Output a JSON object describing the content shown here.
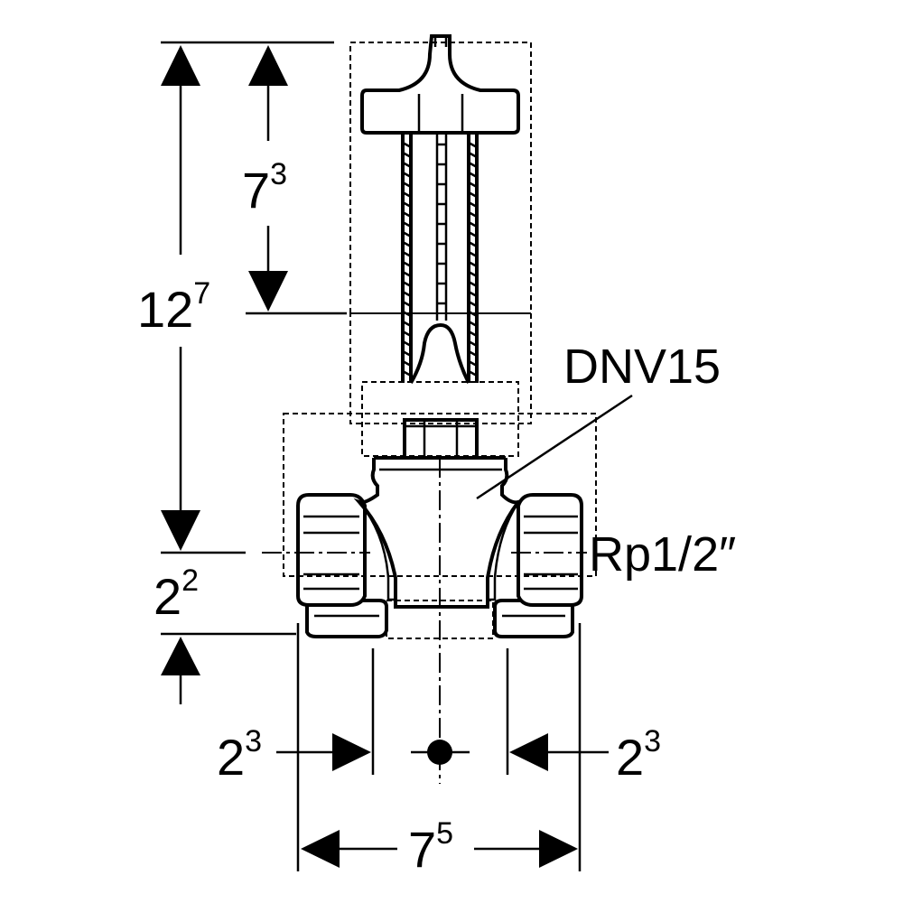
{
  "part_label": "DNV15",
  "thread_label": "Rp1/2″",
  "dimensions": {
    "height_total": {
      "base": "12",
      "exp": "7"
    },
    "height_stem": {
      "base": "7",
      "exp": "3"
    },
    "height_lower": {
      "base": "2",
      "exp": "2"
    },
    "width_left": {
      "base": "2",
      "exp": "3"
    },
    "width_right": {
      "base": "2",
      "exp": "3"
    },
    "width_total": {
      "base": "7",
      "exp": "5"
    }
  }
}
